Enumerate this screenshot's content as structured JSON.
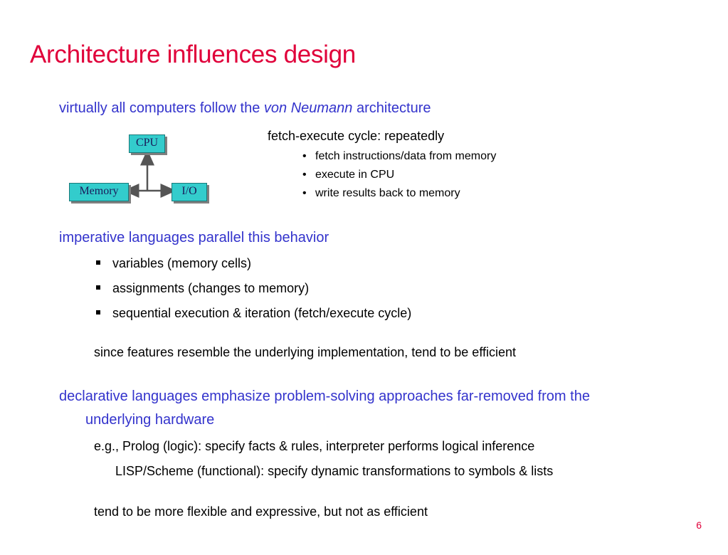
{
  "slide": {
    "title": "Architecture influences design",
    "page_number": "6"
  },
  "von_neumann": {
    "line_pre": "virtually all computers follow the ",
    "line_emph": "von Neumann",
    "line_post": " architecture",
    "diagram": {
      "cpu": "CPU",
      "memory": "Memory",
      "io": "I/O"
    },
    "cycle_heading": "fetch-execute cycle:  repeatedly",
    "cycle_steps": [
      "fetch instructions/data from memory",
      "execute in CPU",
      "write results back to memory"
    ]
  },
  "imperative": {
    "heading": "imperative languages parallel this behavior",
    "bullets": [
      "variables (memory cells)",
      "assignments (changes to memory)",
      "sequential execution & iteration (fetch/execute cycle)"
    ],
    "note": "since features resemble the underlying implementation, tend to be efficient"
  },
  "declarative": {
    "heading_line1": "declarative languages emphasize problem-solving approaches far-removed from the",
    "heading_line2": "underlying hardware",
    "example1": "e.g., Prolog (logic): specify facts & rules, interpreter performs logical inference",
    "example2": "LISP/Scheme (functional): specify dynamic transformations to symbols & lists",
    "note": "tend to be more flexible and expressive, but not as efficient"
  },
  "colors": {
    "title": "#e0003a",
    "level1": "#3333cc",
    "box_fill": "#33cccc"
  }
}
